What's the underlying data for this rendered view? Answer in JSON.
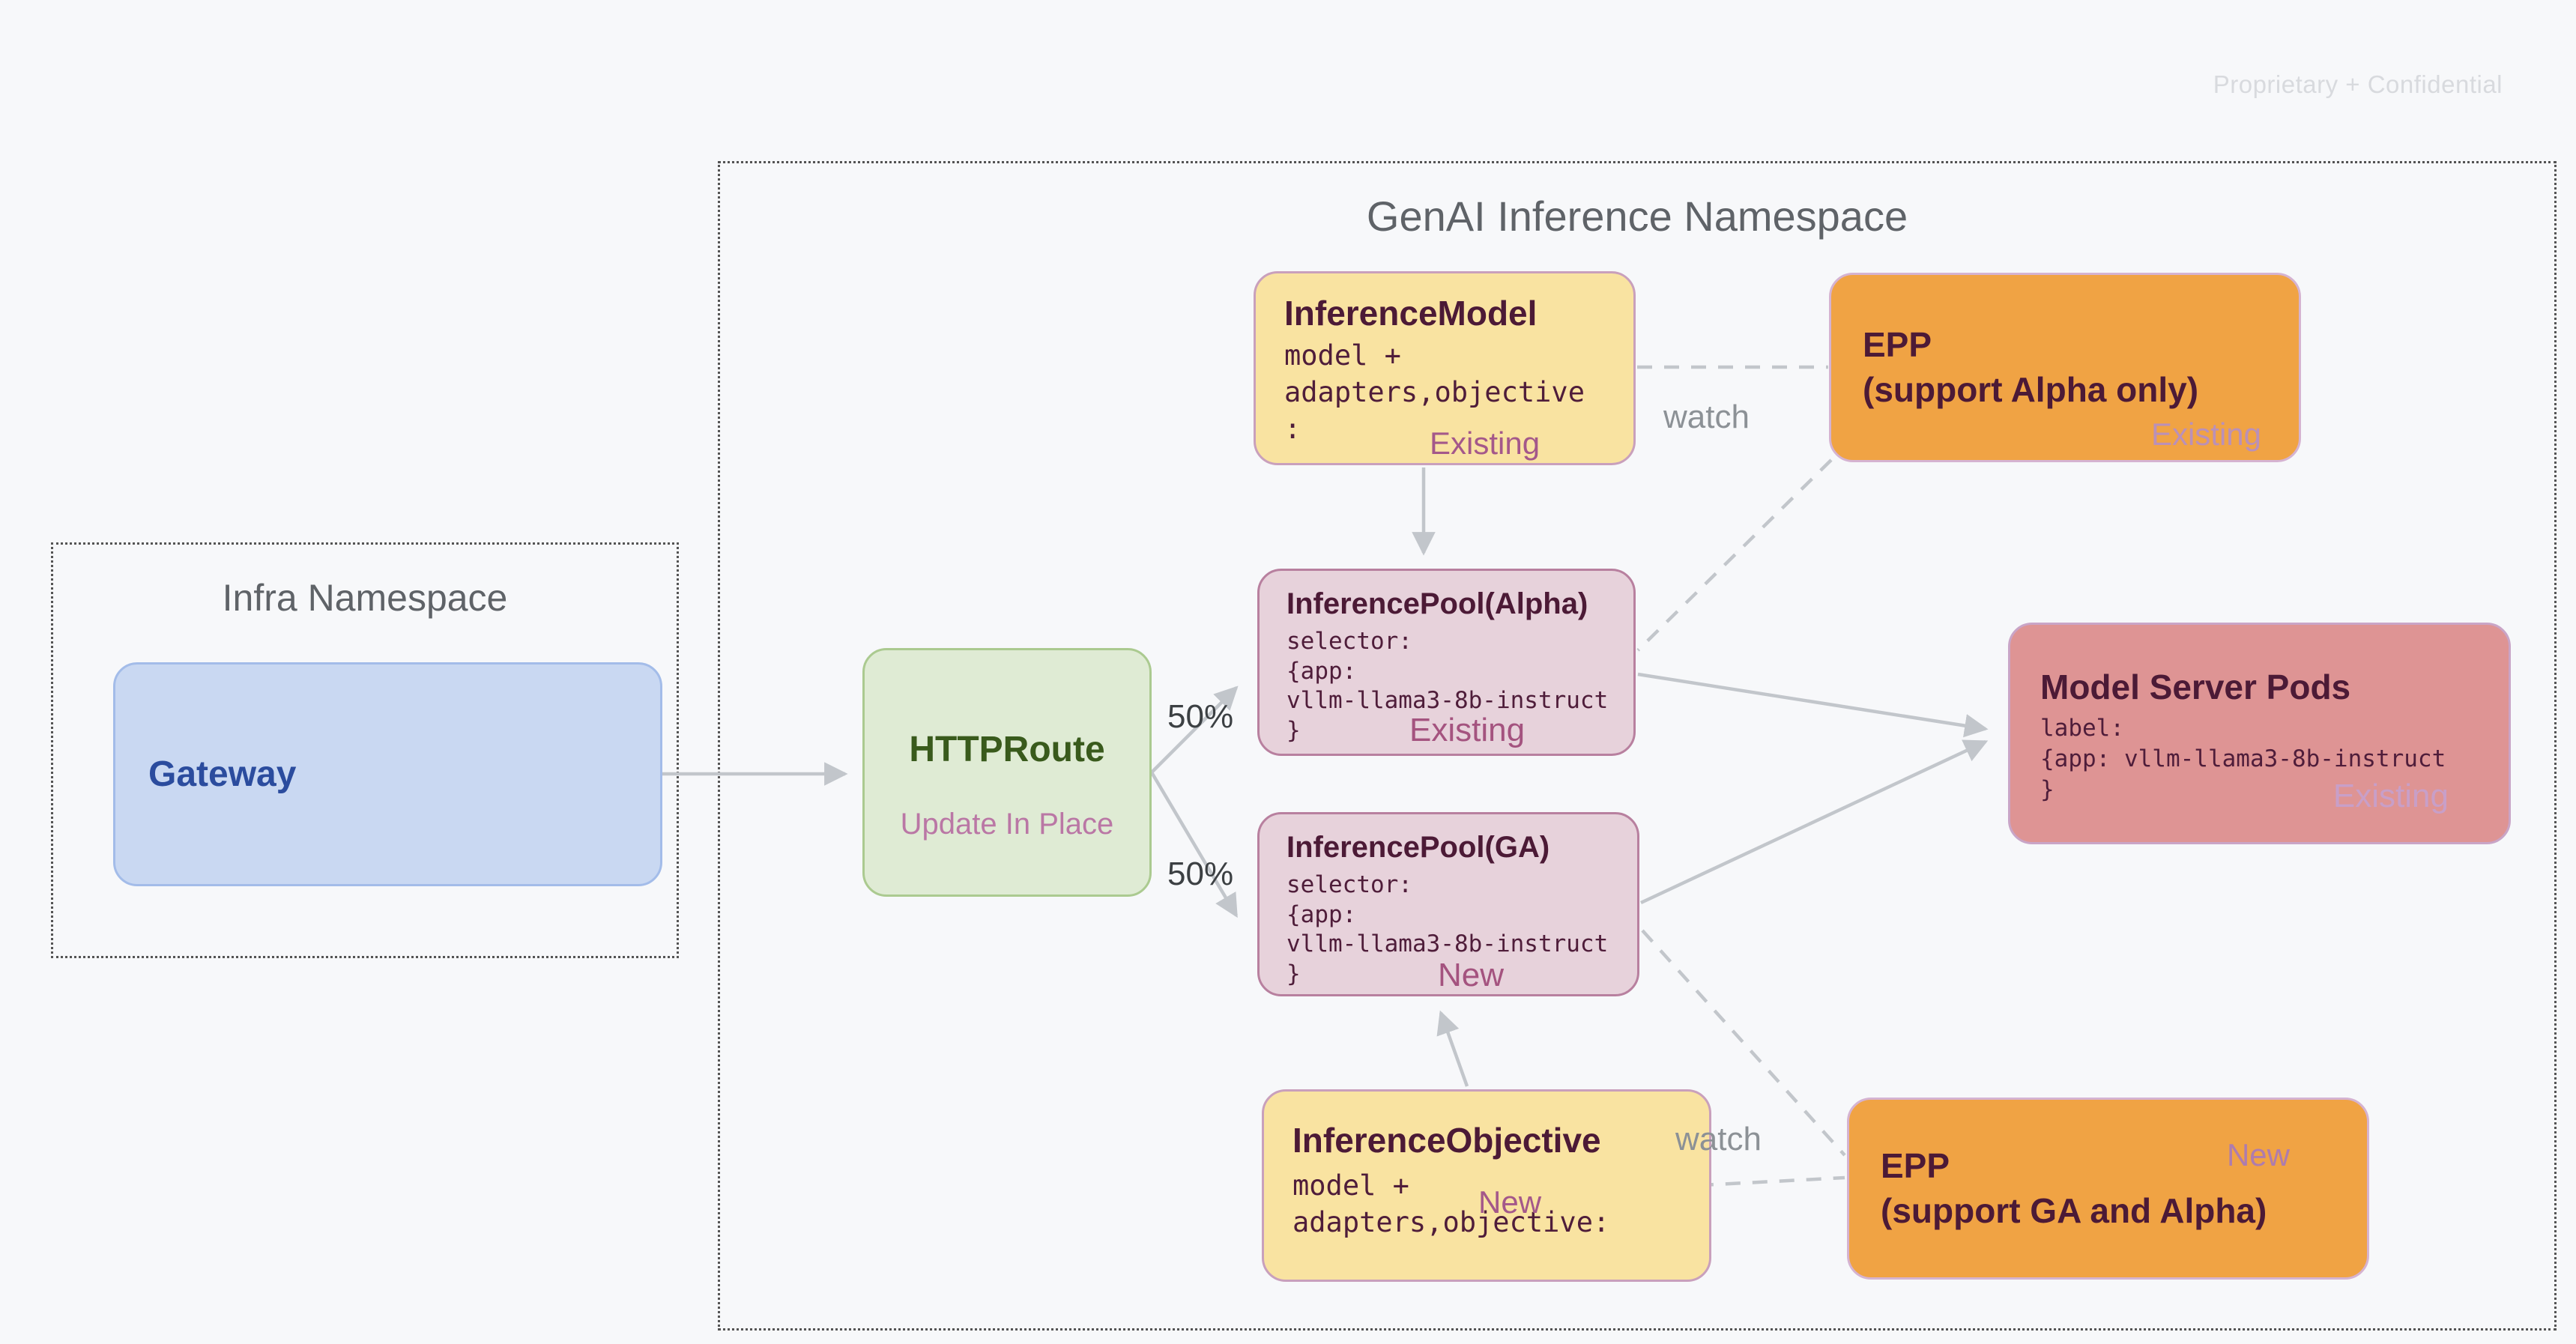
{
  "slide": {
    "watermark": "Proprietary + Confidential"
  },
  "namespaces": {
    "genai": {
      "title": "GenAI Inference Namespace"
    },
    "infra": {
      "title": "Infra Namespace"
    }
  },
  "nodes": {
    "gateway": {
      "title": "Gateway"
    },
    "httproute": {
      "title": "HTTPRoute",
      "subtitle": "Update In Place"
    },
    "inference_model": {
      "title": "InferenceModel",
      "code": "model +\nadapters,objective:",
      "status": "Existing"
    },
    "epp_alpha": {
      "title": "EPP",
      "subtitle": "(support Alpha only)",
      "status": "Existing"
    },
    "pool_alpha": {
      "title": "InferencePool(Alpha)",
      "code": "selector:\n{app:\nvllm-llama3-8b-instruct\n}",
      "status": "Existing"
    },
    "pool_ga": {
      "title": "InferencePool(GA)",
      "code": "selector:\n{app:\nvllm-llama3-8b-instruct\n}",
      "status": "New"
    },
    "model_server_pods": {
      "title": "Model Server Pods",
      "code": "label:\n{app: vllm-llama3-8b-instruct\n}",
      "status": "Existing"
    },
    "inference_objective": {
      "title": "InferenceObjective",
      "code": "model +\nadapters,objective:",
      "status": "New"
    },
    "epp_ga": {
      "title": "EPP",
      "subtitle": "(support GA and Alpha)",
      "status": "New"
    }
  },
  "edges": {
    "split_top_label": "50%",
    "split_bottom_label": "50%",
    "watch_top_label": "watch",
    "watch_bottom_label": "watch"
  },
  "colors": {
    "background": "#f7f8fa",
    "yellow_node": "#f9e3a1",
    "orange_node": "#f0a344",
    "pool_node": "#e7d2db",
    "pods_node": "#de9494",
    "gateway_node": "#c9d8f2",
    "httproute_node": "#dfebd4",
    "title_text": "#4c1a36",
    "status_mauve": "#a4588a",
    "connector_gray": "#c2c6cb",
    "namespace_text": "#5f6368"
  }
}
